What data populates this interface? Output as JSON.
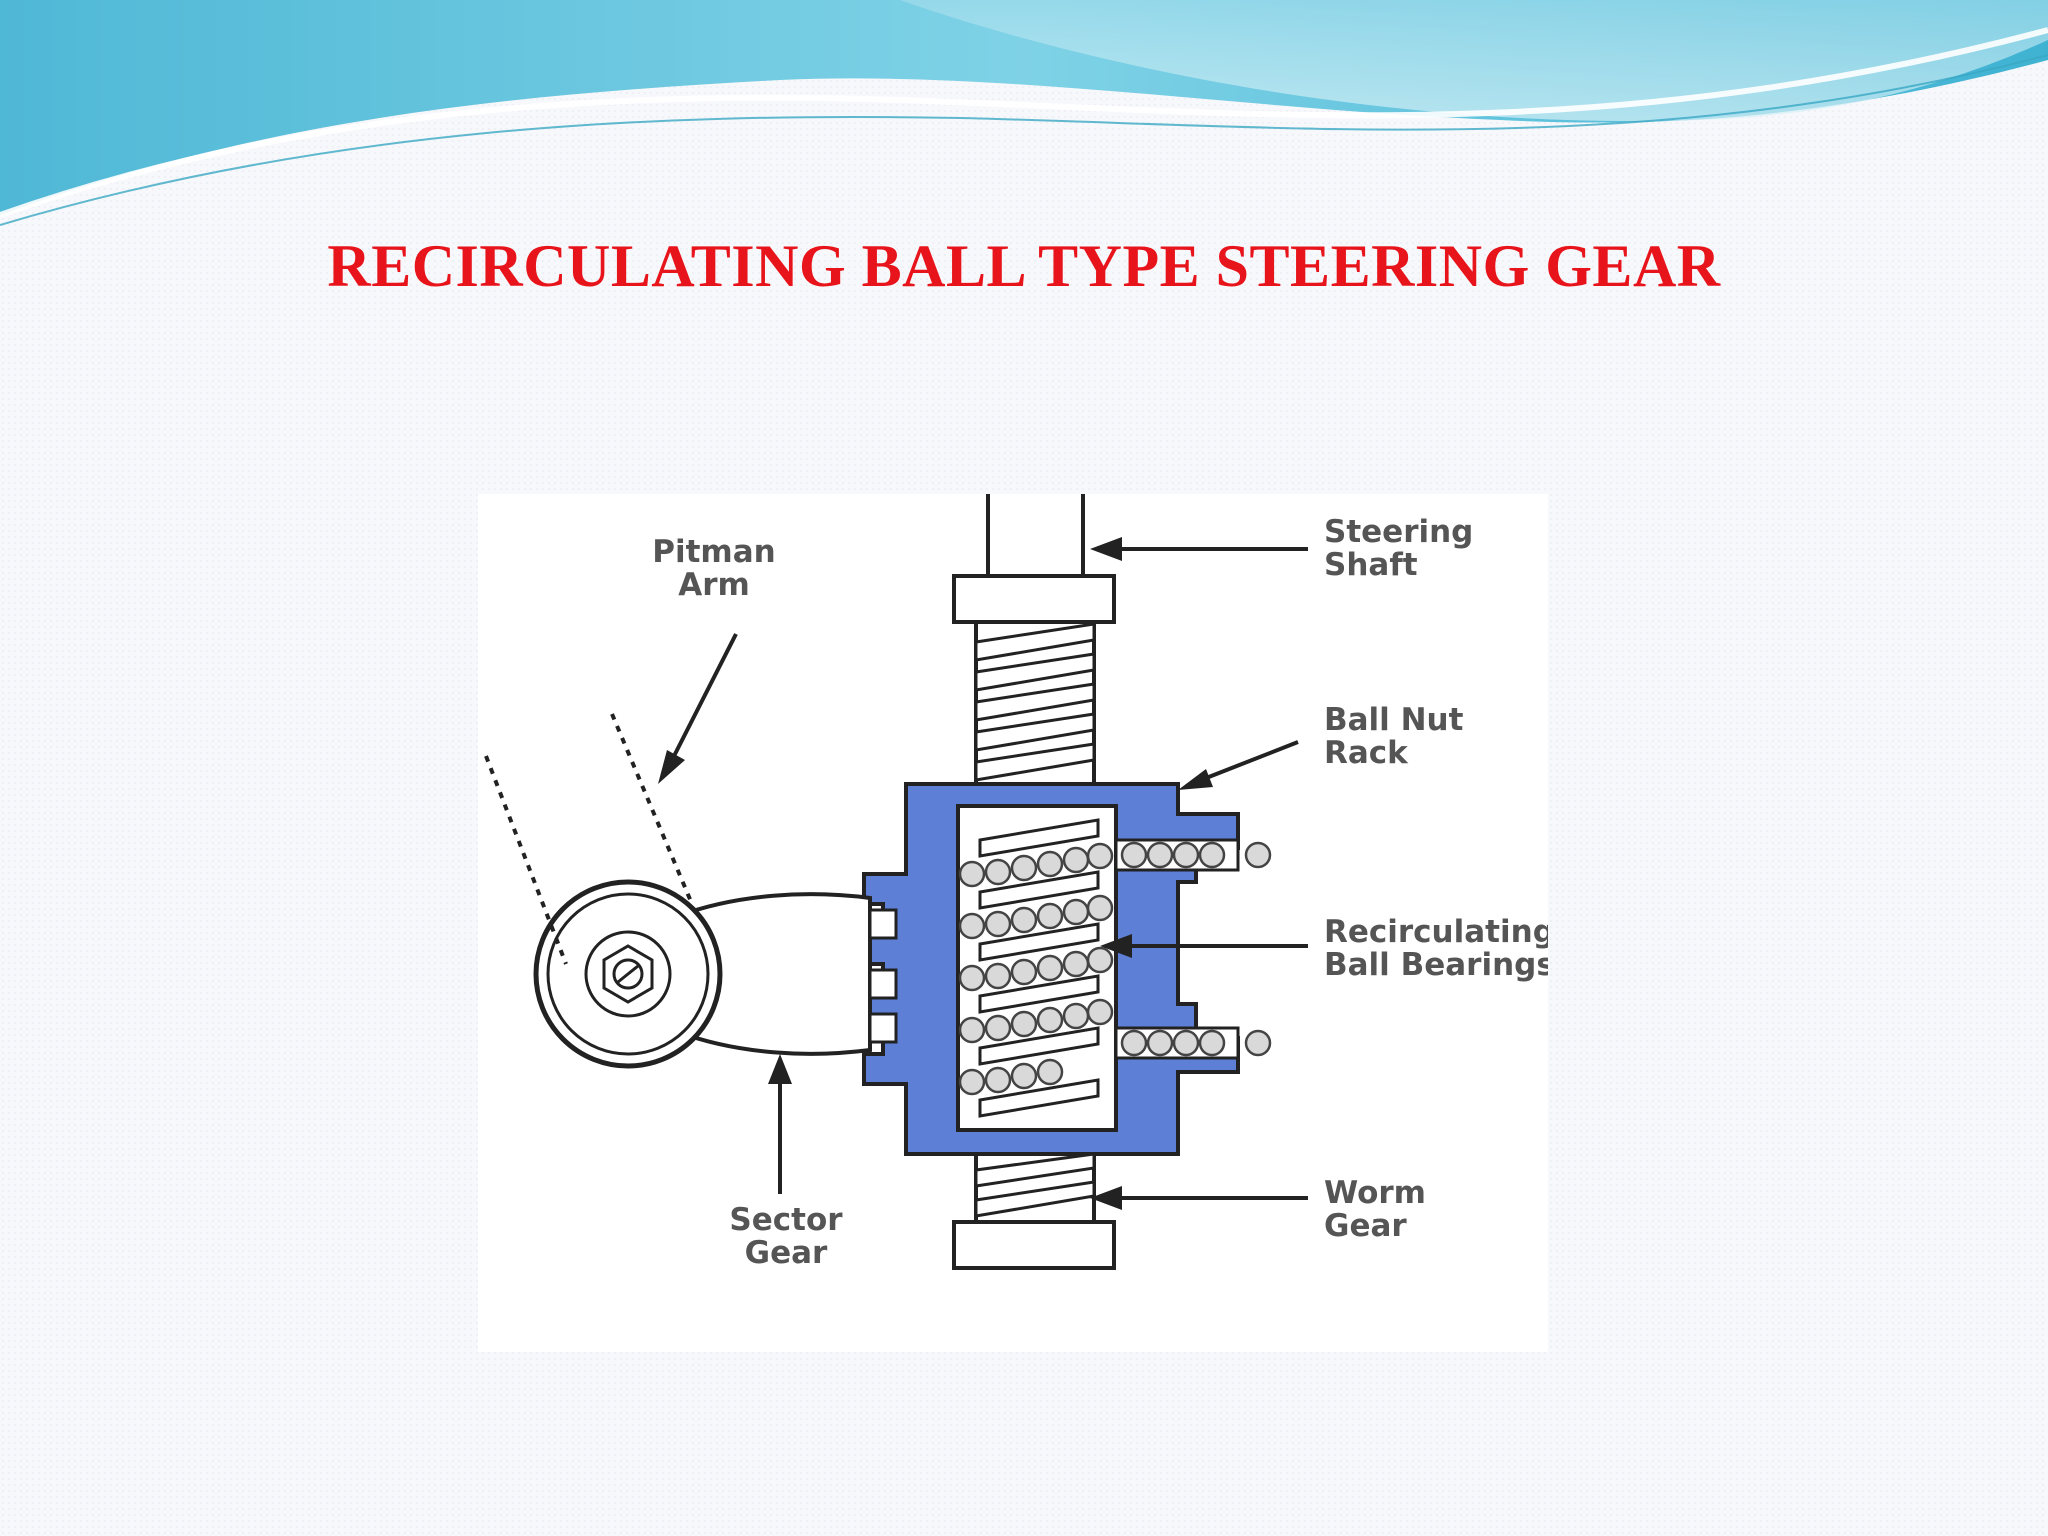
{
  "slide": {
    "title": "RECIRCULATING BALL TYPE STEERING GEAR",
    "title_color": "#e8141b",
    "accent_color": "#5d7fd6",
    "wave_color": "#7ccfe3"
  },
  "diagram": {
    "labels": {
      "steering_shaft": [
        "Steering",
        "Shaft"
      ],
      "pitman_arm": [
        "Pitman",
        "Arm"
      ],
      "ball_nut_rack": [
        "Ball Nut",
        "Rack"
      ],
      "recirculating_ball_bearings": [
        "Recirculating",
        "Ball Bearings"
      ],
      "worm_gear": [
        "Worm",
        "Gear"
      ],
      "sector_gear": [
        "Sector",
        "Gear"
      ]
    }
  }
}
